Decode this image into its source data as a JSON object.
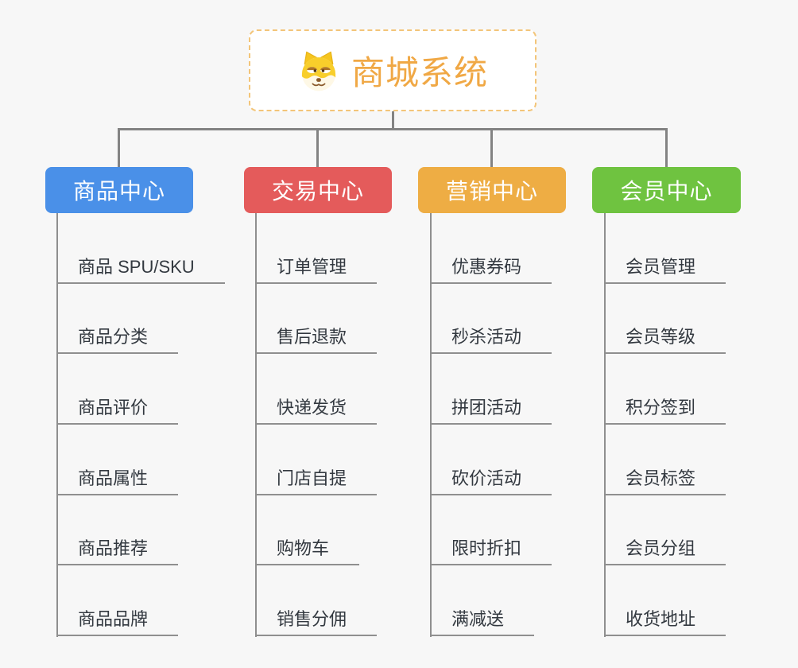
{
  "page": {
    "background": "#f7f7f7"
  },
  "root": {
    "title": "商城系统",
    "icon": "dog-face-icon",
    "text_color": "#F0A845",
    "border_color": "#F3C579",
    "background": "#ffffff"
  },
  "connectors": {
    "color": "#838383",
    "leaf_line_color": "#8f8f8f"
  },
  "branches": [
    {
      "id": "product-center",
      "label": "商品中心",
      "color": "#4A90E8",
      "items": [
        "商品 SPU/SKU",
        "商品分类",
        "商品评价",
        "商品属性",
        "商品推荐",
        "商品品牌"
      ]
    },
    {
      "id": "trade-center",
      "label": "交易中心",
      "color": "#E45B5B",
      "items": [
        "订单管理",
        "售后退款",
        "快递发货",
        "门店自提",
        "购物车",
        "销售分佣"
      ]
    },
    {
      "id": "marketing-center",
      "label": "营销中心",
      "color": "#EEAD44",
      "items": [
        "优惠券码",
        "秒杀活动",
        "拼团活动",
        "砍价活动",
        "限时折扣",
        "满减送"
      ]
    },
    {
      "id": "member-center",
      "label": "会员中心",
      "color": "#6FC340",
      "items": [
        "会员管理",
        "会员等级",
        "积分签到",
        "会员标签",
        "会员分组",
        "收货地址"
      ]
    }
  ]
}
